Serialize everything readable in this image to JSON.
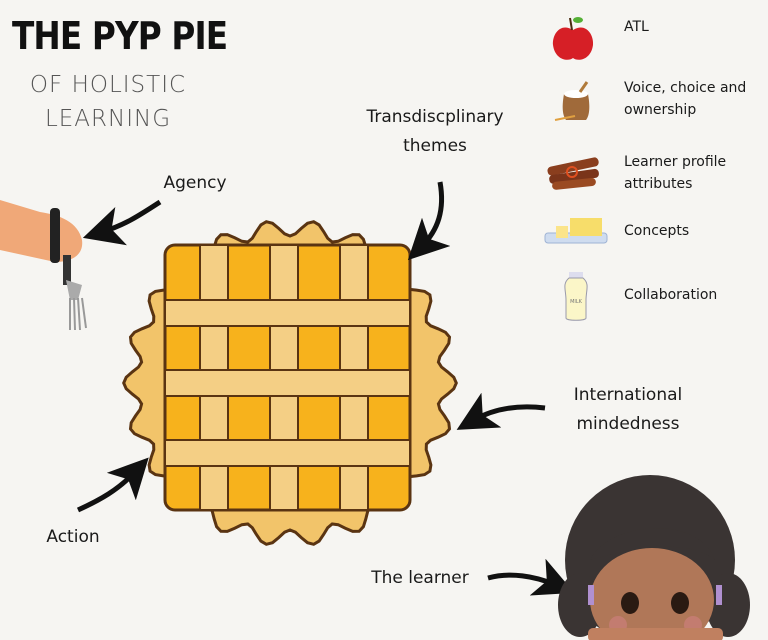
{
  "title": {
    "main": "THE PYP PIE",
    "line2": "OF HOLISTIC",
    "line3": "LEARNING"
  },
  "labels": {
    "transdisciplinary_1": "Transdiscplinary",
    "transdisciplinary_2": "themes",
    "agency": "Agency",
    "international_1": "International",
    "international_2": "mindedness",
    "action": "Action",
    "learner": "The learner"
  },
  "legend": [
    {
      "icon": "apple-icon",
      "line1": "ATL",
      "line2": ""
    },
    {
      "icon": "flour-sack-icon",
      "line1": "Voice, choice and",
      "line2": "ownership"
    },
    {
      "icon": "cinnamon-sticks-icon",
      "line1": "Learner profile",
      "line2": "attributes"
    },
    {
      "icon": "butter-icon",
      "line1": "Concepts",
      "line2": ""
    },
    {
      "icon": "milk-bottle-icon",
      "line1": "Collaboration",
      "line2": "",
      "picture_text": "MILK"
    }
  ],
  "colors": {
    "background": "#f6f5f2",
    "crust": "#f2c46a",
    "filling": "#f7b21c",
    "outline": "#5a3412",
    "apple": "#d61f26"
  }
}
